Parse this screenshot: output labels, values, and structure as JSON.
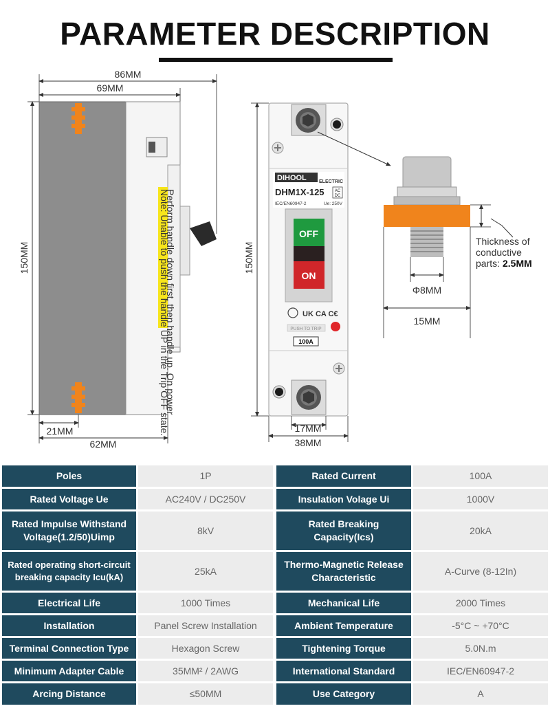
{
  "title": "PARAMETER DESCRIPTION",
  "dimensions": {
    "side_width_total": "86MM",
    "side_width_body": "69MM",
    "side_height": "150MM",
    "side_bottom_small": "21MM",
    "side_bottom_total": "62MM",
    "front_height": "150MM",
    "front_bottom_inner": "17MM",
    "front_bottom_total": "38MM",
    "terminal_diameter": "Φ8MM",
    "terminal_width": "15MM",
    "thickness_line1": "Thickness of",
    "thickness_line2": "conductive",
    "thickness_line3": "parts:",
    "thickness_value": "2.5MM"
  },
  "breaker": {
    "brand": "DIHOOL",
    "brand_suffix": "ELECTRIC",
    "model": "DHM1X-125",
    "acdc_top": "AC",
    "acdc_bottom": "DC",
    "standard": "IEC/EN60947-2",
    "voltage": "Ue: 250V",
    "off_label": "OFF",
    "on_label": "ON",
    "cert_marks": "UK CA C€",
    "push_to_trip": "PUSH TO TRIP",
    "rating": "100A",
    "note_line1": "Note: Unable to push the handle UP in the Trip OFF state.",
    "note_line2": "Perform handle down first, then handle up. On power"
  },
  "specs": [
    {
      "label": "Poles",
      "value": "1P",
      "label2": "Rated Current",
      "value2": "100A"
    },
    {
      "label": "Rated Voltage Ue",
      "value": "AC240V / DC250V",
      "label2": "Insulation Volage Ui",
      "value2": "1000V"
    },
    {
      "label": "Rated Impulse Withstand Voltage(1.2/50)Uimp",
      "value": "8kV",
      "label2": "Rated Breaking Capacity(Ics)",
      "value2": "20kA"
    },
    {
      "label": "Rated operating short-circuit breaking capacity Icu(kA)",
      "value": "25kA",
      "label2": "Thermo-Magnetic Release Characteristic",
      "value2": "A-Curve (8-12In)"
    },
    {
      "label": "Electrical Life",
      "value": "1000 Times",
      "label2": "Mechanical Life",
      "value2": "2000 Times"
    },
    {
      "label": "Installation",
      "value": "Panel Screw Installation",
      "label2": "Ambient Temperature",
      "value2": "-5°C ~ +70°C"
    },
    {
      "label": "Terminal Connection Type",
      "value": "Hexagon Screw",
      "label2": "Tightening Torque",
      "value2": "5.0N.m"
    },
    {
      "label": "Minimum Adapter Cable",
      "value": "35MM² / 2AWG",
      "label2": "International Standard",
      "value2": "IEC/EN60947-2"
    },
    {
      "label": "Arcing Distance",
      "value": "≤50MM",
      "label2": "Use Category",
      "value2": "A"
    }
  ],
  "colors": {
    "label_bg": "#1f4a5e",
    "value_bg": "#ececec",
    "copper_accent": "#f0841c",
    "off_green": "#1f9a3f",
    "on_red": "#d0262a"
  }
}
